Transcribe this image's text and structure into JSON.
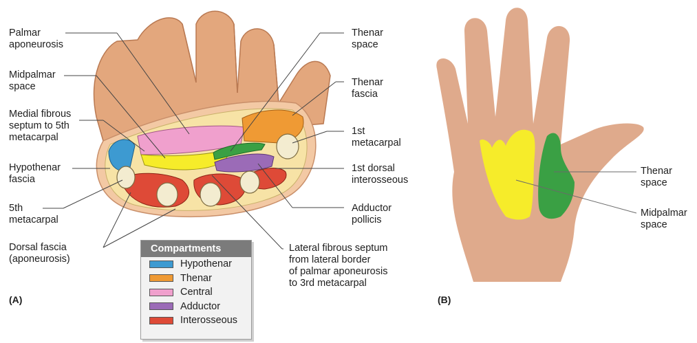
{
  "panel_a": {
    "tag": "(A)",
    "labels": {
      "palmar_aponeurosis": "Palmar\naponeurosis",
      "midpalmar_space": "Midpalmar\nspace",
      "medial_fibrous_septum": "Medial fibrous\nseptum to 5th\nmetacarpal",
      "hypothenar_fascia": "Hypothenar\nfascia",
      "fifth_metacarpal": "5th\nmetacarpal",
      "dorsal_fascia": "Dorsal fascia\n(aponeurosis)",
      "thenar_space": "Thenar\nspace",
      "thenar_fascia": "Thenar\nfascia",
      "first_metacarpal": "1st\nmetacarpal",
      "first_dorsal_interosseous": "1st dorsal\ninterosseous",
      "adductor_pollicis": "Adductor\npollicis",
      "lateral_fibrous_septum": "Lateral fibrous septum\nfrom lateral border\nof palmar aponeurosis\nto 3rd metacarpal"
    }
  },
  "legend": {
    "title": "Compartments",
    "items": [
      {
        "label": "Hypothenar",
        "color": "#3d9ad1"
      },
      {
        "label": "Thenar",
        "color": "#ef9a34"
      },
      {
        "label": "Central",
        "color": "#f0a0cd"
      },
      {
        "label": "Adductor",
        "color": "#9b6bb7"
      },
      {
        "label": "Interosseous",
        "color": "#de4a37"
      }
    ]
  },
  "panel_b": {
    "tag": "(B)",
    "labels": {
      "thenar_space": "Thenar\nspace",
      "midpalmar_space": "Midpalmar\nspace"
    },
    "colors": {
      "skin": "#dfaa8c",
      "midpalmar": "#f6ec2a",
      "thenar": "#3aa044"
    }
  }
}
